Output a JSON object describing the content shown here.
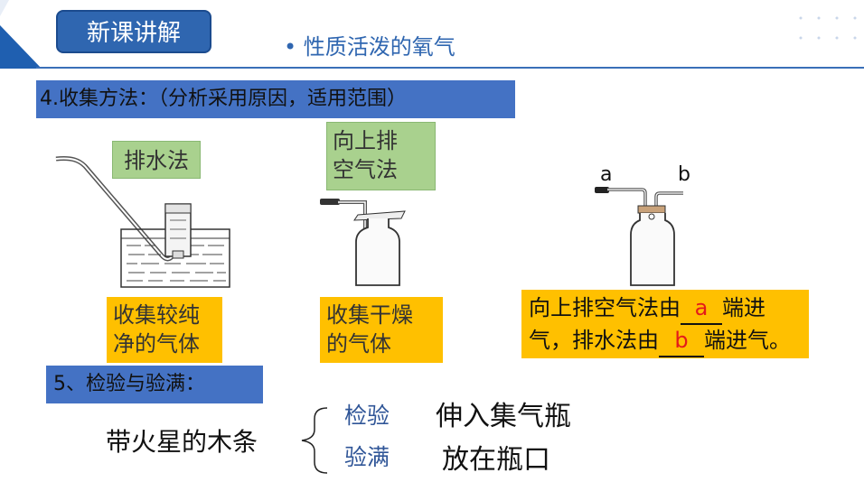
{
  "header": {
    "tag": "新课讲解",
    "subtitle": "• 性质活泼的氧气"
  },
  "section4": {
    "heading": "4.收集方法：（分析采用原因，适用范围）",
    "method1": "排水法",
    "method2_line1": "向上排",
    "method2_line2": "空气法",
    "note1_line1": "收集较纯",
    "note1_line2": "净的气体",
    "note2_line1": "收集干燥",
    "note2_line2": "的气体",
    "bottle_label_a": "a",
    "bottle_label_b": "b",
    "fill_line1_prefix": "向上排空气法由",
    "fill_line1_answer": "a",
    "fill_line1_suffix": "端进",
    "fill_line2_prefix": "气，排水法由",
    "fill_line2_answer": "b",
    "fill_line2_suffix": "端进气。"
  },
  "section5": {
    "heading": "5、检验与验满：",
    "subject": "带火星的木条",
    "check_label": "检验",
    "check_value": "伸入集气瓶",
    "full_label": "验满",
    "full_value": "放在瓶口"
  },
  "colors": {
    "accent_blue": "#2f66b0",
    "bar_blue": "#4472c4",
    "green": "#a9d18e",
    "yellow": "#ffc000",
    "answer_red": "#e41a1a"
  }
}
